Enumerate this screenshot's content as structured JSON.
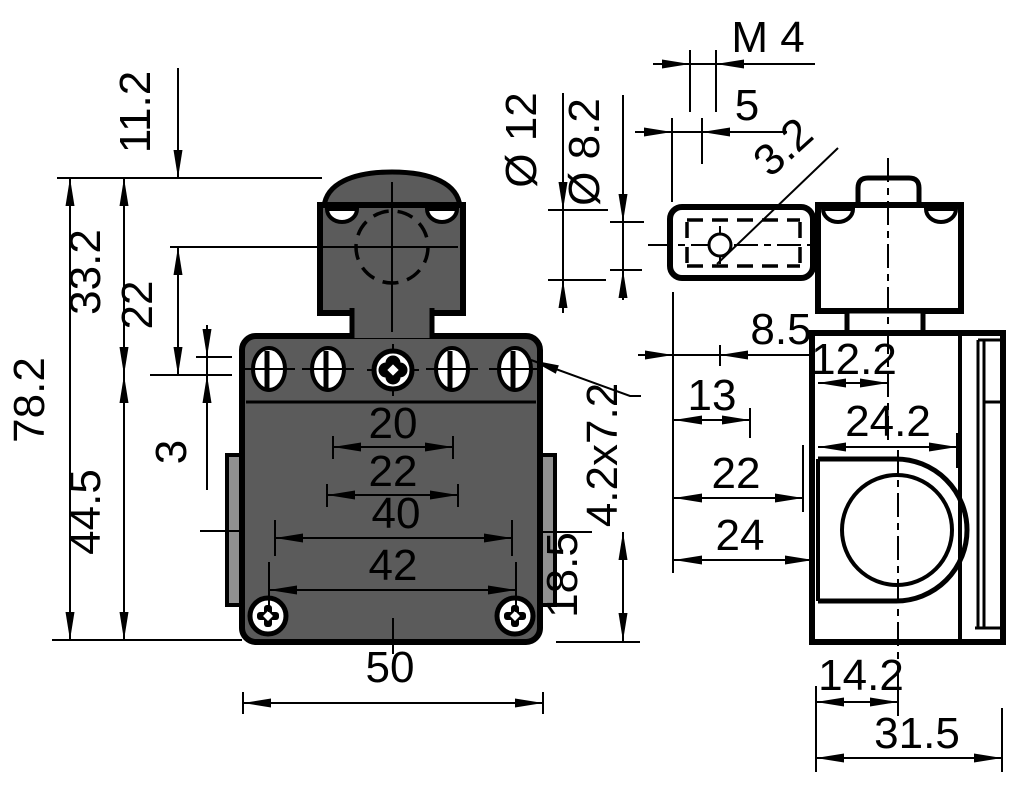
{
  "page": {
    "background": "#ffffff"
  },
  "colors": {
    "line": "#000000",
    "body_fill": "#5b5b5b",
    "plate_fill": "#909090",
    "paper": "#ffffff"
  },
  "front_view": {
    "label": "front-view",
    "dims": {
      "total_height": "78.2",
      "lower_height": "44.5",
      "head_height": "33.2",
      "roller_to_flange": "22",
      "top_to_roller": "11.2",
      "slot_offset": "3",
      "pitch_20": "20",
      "pitch_22": "22",
      "pitch_40": "40",
      "pitch_42": "42",
      "width_50": "50",
      "side_entry": "18.5",
      "slot_size": "4.2x7.2"
    }
  },
  "side_view": {
    "label": "side-view",
    "dims": {
      "thread": "M 4",
      "offset_5": "5",
      "roller_dia": "Ø 12",
      "bush_dia": "Ø 8.2",
      "hole_3_2": "3.2",
      "dim_8_5": "8.5",
      "dim_13": "13",
      "dim_22": "22",
      "dim_24": "24",
      "dim_12_2": "12.2",
      "dim_24_2": "24.2",
      "dim_14_2": "14.2",
      "depth_31_5": "31.5"
    }
  }
}
